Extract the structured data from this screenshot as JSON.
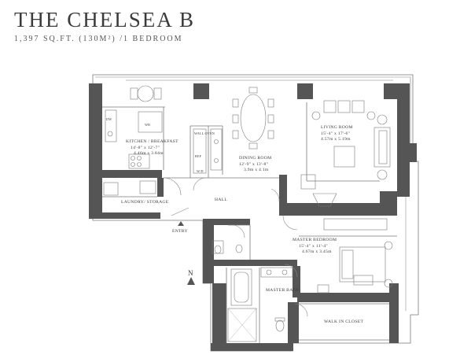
{
  "header": {
    "title": "THE CHELSEA B",
    "subtitle": "1,397 SQ.FT. (130M²) /1 BEDROOM"
  },
  "rooms": {
    "kitchen": {
      "name": "KITCHEN / BREAKFAST",
      "dim_ft": "14'-8\" x 12'-7\"",
      "dim_m": "4.46m x 3.84m"
    },
    "dining": {
      "name": "DINING ROOM",
      "dim_ft": "12'-9\" x 13'-8\"",
      "dim_m": "3.9m x 4.1m"
    },
    "living": {
      "name": "LIVING ROOM",
      "dim_ft": "15'-4\" x 17'-6\"",
      "dim_m": "4.57m x 5.19m"
    },
    "master_bedroom": {
      "name": "MASTER BEDROOM",
      "dim_ft": "15'-4\" x 11'-4\"",
      "dim_m": "4.67m x 3.45m"
    },
    "laundry": {
      "name": "LAUNDRY/ STORAGE"
    },
    "hall": {
      "name": "HALL"
    },
    "master_bath": {
      "name": "MASTER BATH"
    },
    "walk_in_closet": {
      "name": "WALK IN CLOSET"
    },
    "entry": {
      "name": "ENTRY"
    }
  },
  "fixtures": {
    "dw": "DW",
    "wb": "WB",
    "wall_oven": "WALL OVEN",
    "ref": "REF",
    "wd": "W/D"
  },
  "compass": {
    "label": "N"
  },
  "colors": {
    "wall": "#555555",
    "line": "#7a7a7a",
    "text": "#3a3a3a"
  }
}
